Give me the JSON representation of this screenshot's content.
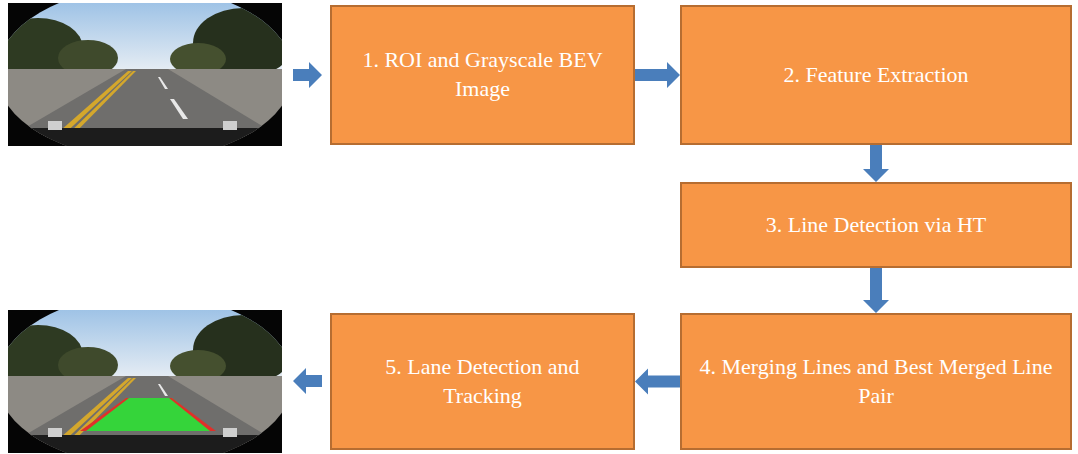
{
  "diagram": {
    "nodes": [
      {
        "text": [
          "1. ROI and Grayscale BEV Image"
        ]
      },
      {
        "text": [
          "2. Feature Extraction"
        ]
      },
      {
        "text": [
          "3. Line Detection via HT"
        ]
      },
      {
        "text": [
          "4. Merging Lines and Best Merged Line Pair"
        ]
      },
      {
        "text": [
          "5. Lane Detection and Tracking"
        ]
      }
    ],
    "edges": [
      {
        "from": 0,
        "to": 1,
        "arrow": "to"
      },
      {
        "from": 1,
        "to": 2,
        "arrow": "to"
      },
      {
        "from": 2,
        "to": 3,
        "arrow": "to"
      },
      {
        "from": 3,
        "to": 4,
        "arrow": "to"
      }
    ]
  }
}
